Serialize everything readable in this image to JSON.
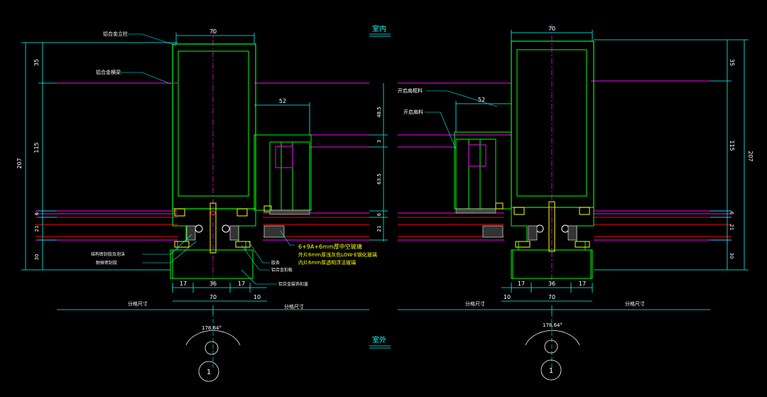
{
  "labels": {
    "interior": "室内",
    "exterior": "室外",
    "left_alu_post": "铝合金立柱",
    "left_alu_beam": "铝合金横梁",
    "right_open_frame": "开启扇框料",
    "right_open_sash": "开启扇料",
    "glass_spec_1": "6+9A+6mm厚中空玻璃",
    "glass_spec_2": "外片6mm厚浅灰色LOW-E钢化玻璃",
    "glass_spec_3": "内片6mm厚透明浮法玻璃",
    "note_a": "结构密封胶及泡沫",
    "note_b": "耐候密封胶",
    "note_c": "胶条",
    "note_d": "铝合金扣板",
    "note_e": "铝合金装饰扣盖",
    "left_span": "分格尺寸",
    "right_span": "分格尺寸"
  },
  "dims": {
    "top_width": "70",
    "left_h35": "35",
    "left_h207": "207",
    "left_h115": "115",
    "left_h6": "6",
    "left_h21": "21",
    "left_h30": "30",
    "mid_w52": "52",
    "mid_h485": "48.5",
    "mid_h3": "3",
    "mid_h635": "63.5",
    "mid_h6": "6",
    "mid_h21": "21",
    "bot_17a": "17",
    "bot_36": "36",
    "bot_17b": "17",
    "bot_70": "70",
    "bot_10": "10",
    "angle": "178.64°",
    "section_no": "1"
  },
  "colors": {
    "cyan": "#00ffff",
    "green": "#00ff00",
    "magenta": "#ff00ff",
    "red": "#ff0000",
    "white": "#ffffff",
    "yellow": "#ffff00"
  }
}
